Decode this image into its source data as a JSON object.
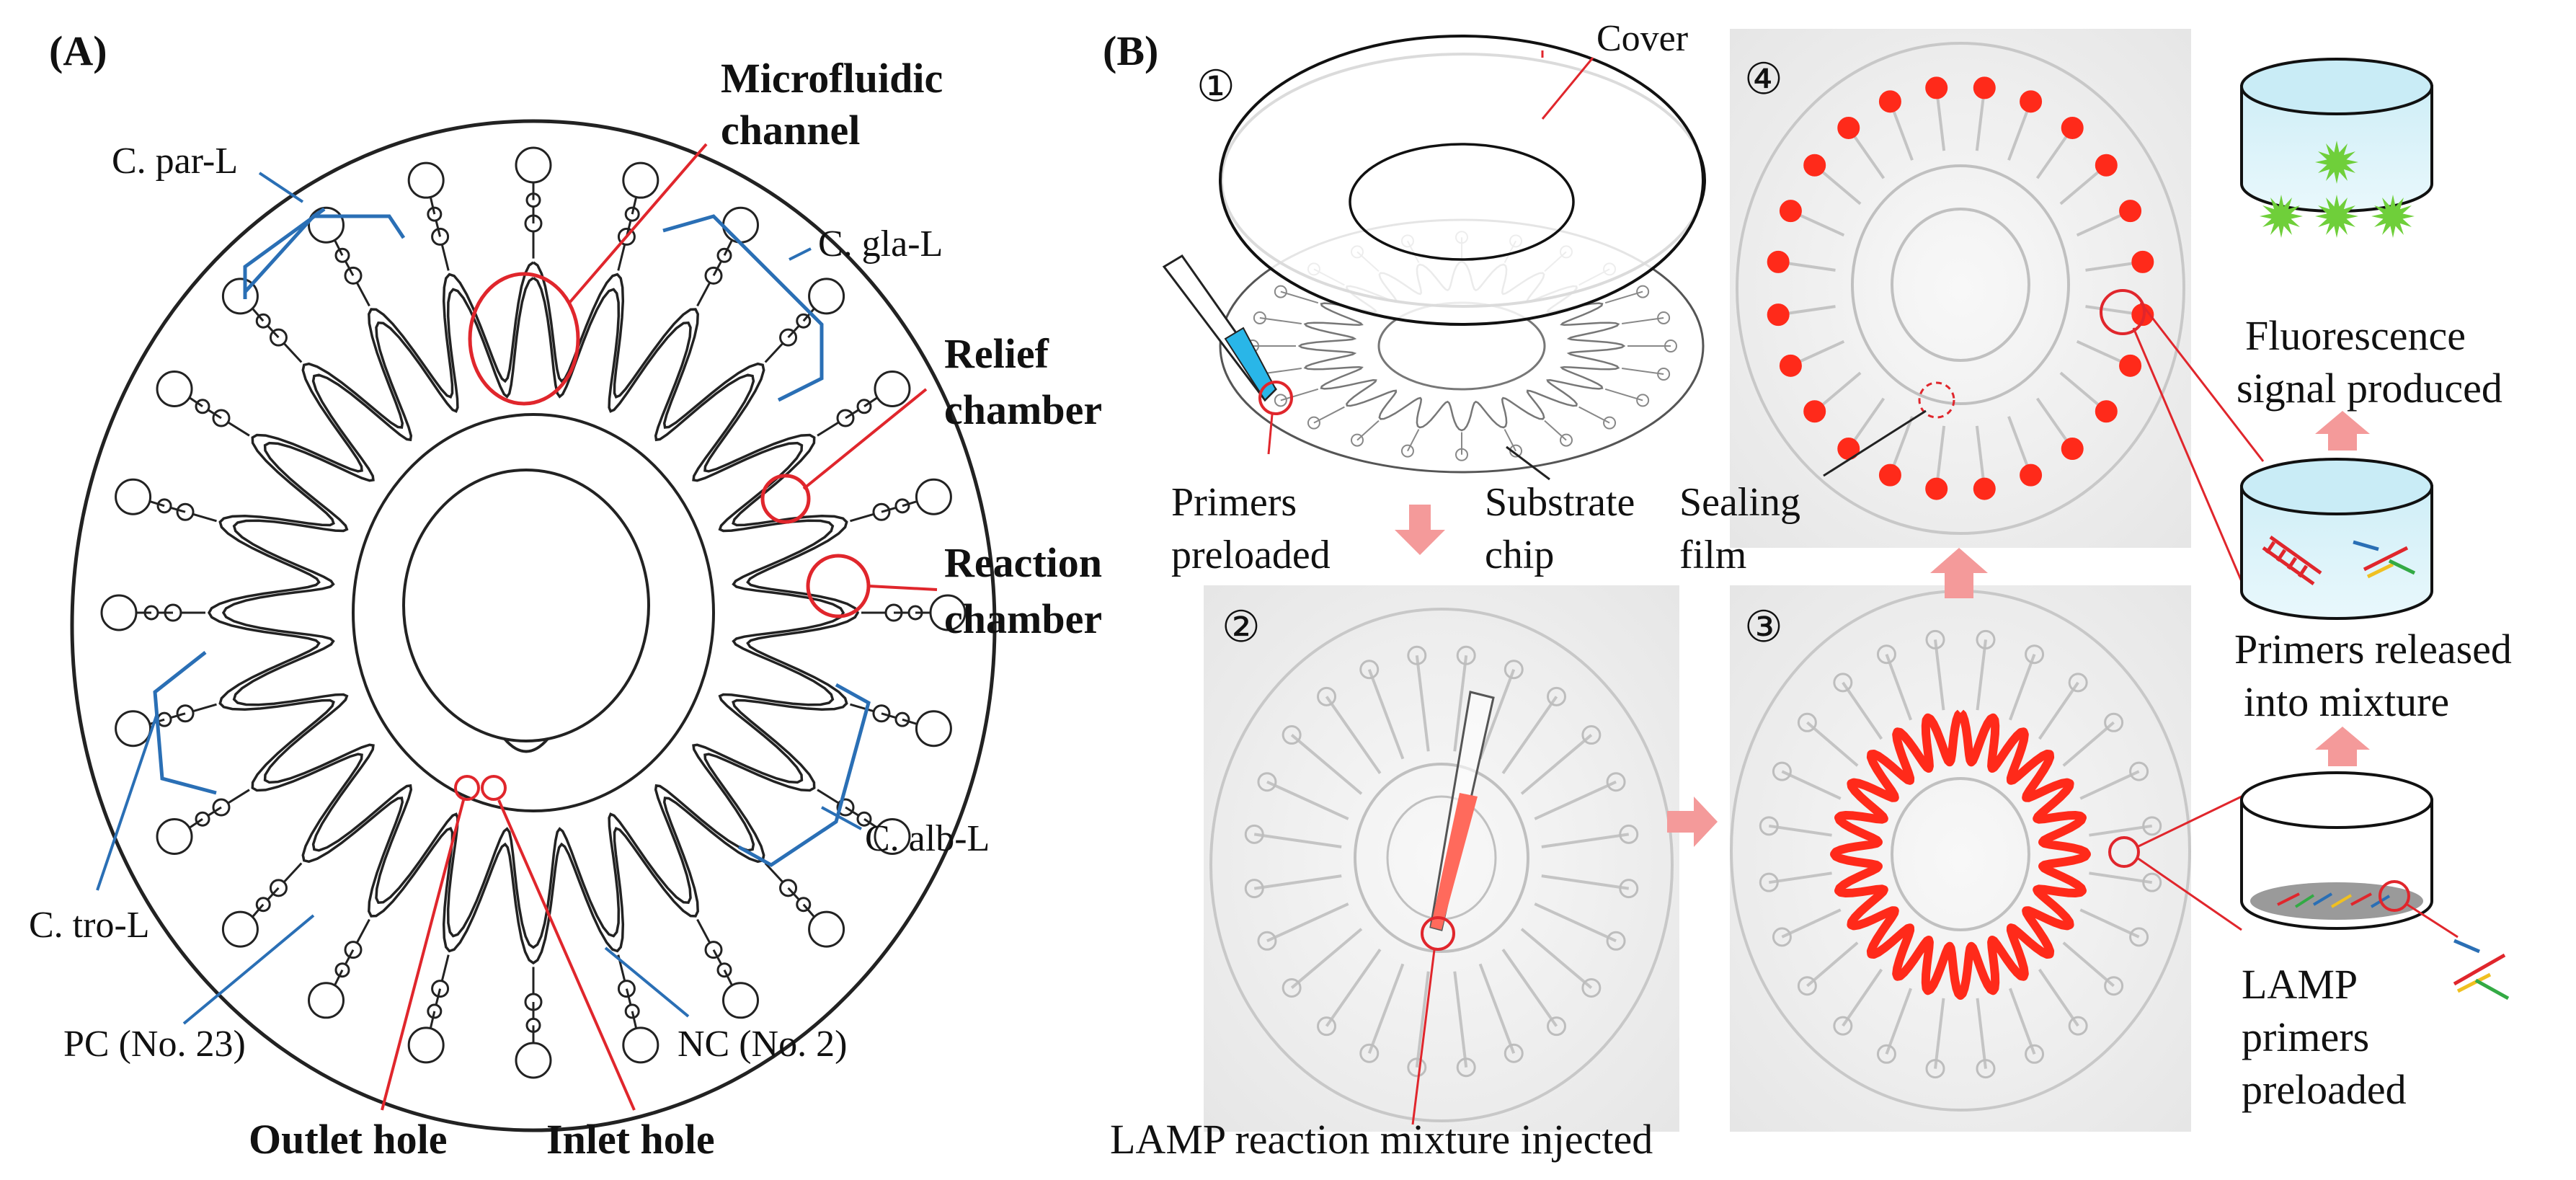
{
  "panel_a": {
    "tag": "(A)",
    "groups": [
      "C. par-L",
      "C. gla-L",
      "C. alb-L",
      "C. tro-L"
    ],
    "controls": [
      "PC (No. 23)",
      "NC (No. 2)"
    ],
    "callouts": {
      "microfluidic_1": "Microfluidic",
      "microfluidic_2": "channel",
      "relief_1": "Relief",
      "relief_2": "chamber",
      "reaction_1": "Reaction",
      "reaction_2": "chamber",
      "outlet": "Outlet hole",
      "inlet": "Inlet hole"
    }
  },
  "panel_b": {
    "tag": "(B)",
    "steps": [
      "①",
      "②",
      "③",
      "④"
    ],
    "labels": {
      "cover": "Cover",
      "primers_1": "Primers",
      "primers_2": "preloaded",
      "substrate_1": "Substrate",
      "substrate_2": "chip",
      "sealing_1": "Sealing",
      "sealing_2": "film",
      "lamp_mix": "LAMP reaction mixture injected",
      "fluor_1": "Fluorescence",
      "fluor_2": "signal produced",
      "released_1": "Primers released",
      "released_2": "into mixture",
      "lamp_p1": "LAMP",
      "lamp_p2": "primers",
      "lamp_p3": "preloaded"
    }
  },
  "colors": {
    "callout_red": "#e0262c",
    "bracket_blue": "#2a6fb5",
    "fluid_red": "#ff2a1a",
    "arrow_pink": "#f49a9a",
    "tube_blue": "#dff3f8",
    "fluor_green": "#6fcf3a"
  }
}
